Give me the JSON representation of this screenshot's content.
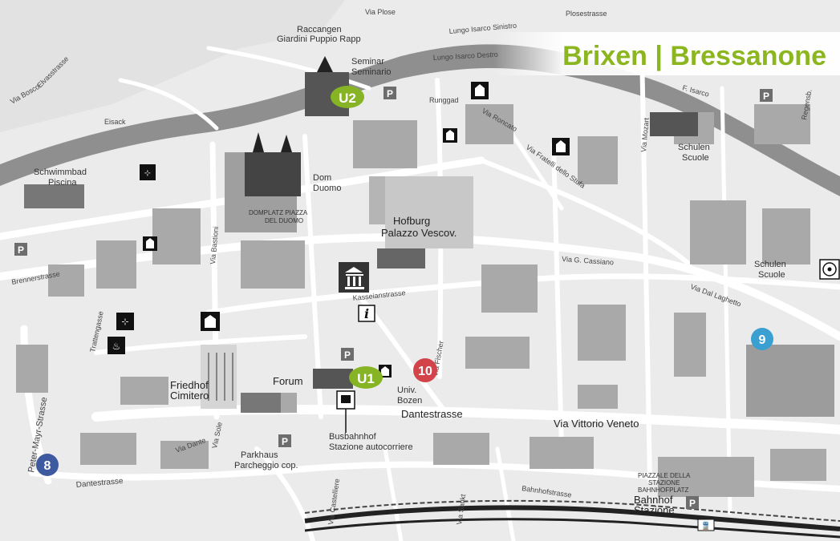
{
  "title": "Brixen | Bressanone",
  "colors": {
    "accent_green": "#8cb61f",
    "marker_dark_blue": "#3d59a0",
    "marker_light_blue": "#3a9fd1",
    "marker_red": "#d24449",
    "marker_green": "#86b424",
    "road": "#ffffff",
    "building": "#a8a8a8",
    "river": "#8a8a8a"
  },
  "markers": [
    {
      "id": "u2",
      "label": "U2",
      "color": "#86b424",
      "icon": "university-marker"
    },
    {
      "id": "u1",
      "label": "U1",
      "color": "#86b424",
      "icon": "university-marker"
    },
    {
      "id": "m8",
      "label": "8",
      "color": "#3d59a0",
      "icon": "numbered-marker"
    },
    {
      "id": "m9",
      "label": "9",
      "color": "#3a9fd1",
      "icon": "numbered-marker"
    },
    {
      "id": "m10",
      "label": "10",
      "color": "#d24449",
      "icon": "numbered-marker"
    }
  ],
  "places": {
    "raccangen": [
      "Raccangen",
      "Giardini Puppio Rapp"
    ],
    "seminar": [
      "Seminar",
      "Seminario"
    ],
    "schwimmbad": [
      "Schwimmbad",
      "Piscina"
    ],
    "dom": [
      "Dom",
      "Duomo"
    ],
    "domplatz": [
      "DOMPLATZ PIAZZA",
      "DEL DUOMO"
    ],
    "hofburg": [
      "Hofburg",
      "Palazzo Vescov."
    ],
    "schulen1": [
      "Schulen",
      "Scuole"
    ],
    "schulen2": [
      "Schulen",
      "Scuole"
    ],
    "friedhof": [
      "Friedhof",
      "Cimitero"
    ],
    "forum": "Forum",
    "univ": [
      "Univ.",
      "Bozen"
    ],
    "busbahnhof": [
      "Busbahnhof",
      "Stazione autocorriere"
    ],
    "parkhaus": [
      "Parkhaus",
      "Parcheggio cop."
    ],
    "bahnhofplatz": [
      "PIAZZALE DELLA",
      "STAZIONE",
      "BAHNHOFPLATZ"
    ],
    "bahnhof": [
      "Bahnhof",
      "Stazione"
    ]
  },
  "streets": {
    "via_plose": "Via Plose",
    "lungo_isarco_sinistro": "Lungo Isarco Sinistro",
    "lungo_isarco_destro": "Lungo Isarco Destro",
    "plosestrasse": "Plosestrasse",
    "eisack": "Eisack",
    "f_isarco": "F. Isarco",
    "peter_mayr": "Peter-Mayr-Strasse",
    "dantestrasse": "Dantestrasse",
    "dantestrasse2": "Dantestrasse",
    "via_dante": "Via Dante",
    "via_vittorio_veneto": "Via Vittorio Veneto",
    "via_g_cassiano": "Via G. Cassiano",
    "via_dal_laghetto": "Via Dal Laghetto",
    "kasseianstrasse": "Kasseianstrasse",
    "via_bastioni": "Via Bastioni",
    "tratten": "Trattengasse",
    "bahnhofstrasse": "Bahnhofstrasse",
    "brennerstrasse": "Brennerstrasse",
    "regensburger": "Regensb.",
    "via_mozart": "Via Mozart",
    "runggad": "Runggad",
    "via_roncato": "Via Roncato",
    "via_fratelli": "Via Fratelli dello Stufa",
    "elvasstrasse": "Elvasstrasse",
    "via_bosco": "Via Bosco",
    "via_sole": "Via Sole",
    "via_castelliere": "Via Castelliere",
    "via_fischer": "Via Fischer",
    "via_sankt": "Via Sankt"
  },
  "parking_label": "P",
  "icons": {
    "museum": "museum-icon",
    "info": "info-icon",
    "church": "church-icon",
    "hotel": "hotel-icon",
    "bus": "bus-icon",
    "sports": "sports-ball-icon",
    "train": "train-icon"
  }
}
